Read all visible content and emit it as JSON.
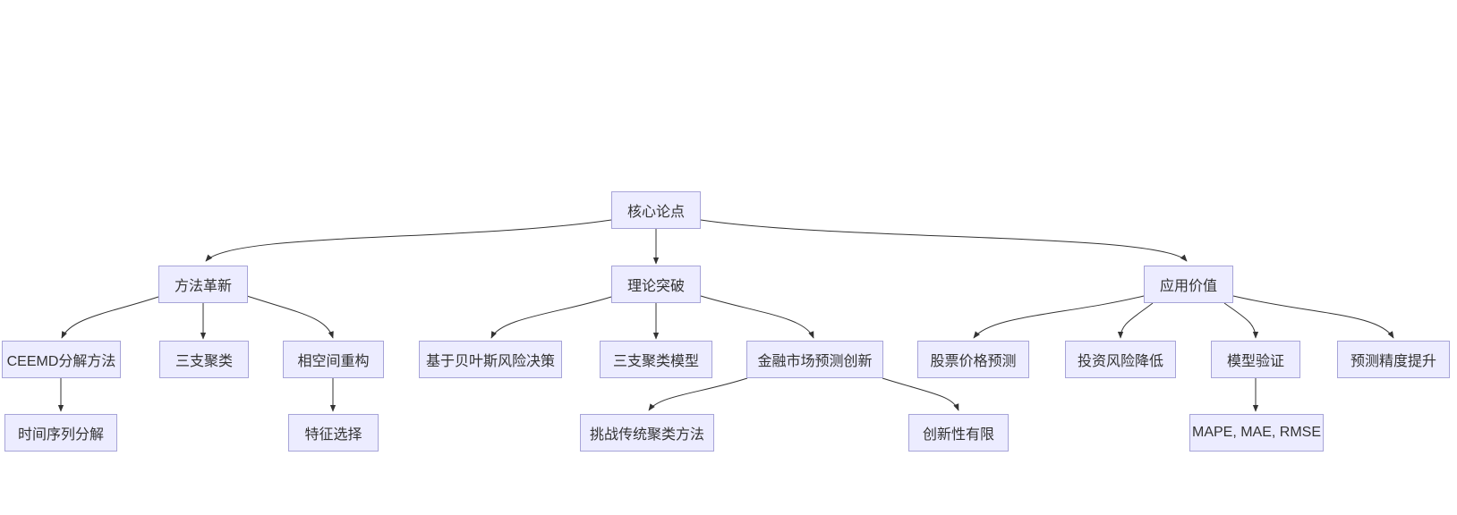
{
  "diagram": {
    "type": "flowchart",
    "colors": {
      "background": "#ffffff",
      "node_fill": "#ECECFF",
      "node_border": "#a7a4d8",
      "edge": "#333333",
      "text": "#333333"
    },
    "nodes": {
      "core": {
        "label": "核心论点"
      },
      "method": {
        "label": "方法革新"
      },
      "theory": {
        "label": "理论突破"
      },
      "apply": {
        "label": "应用价值"
      },
      "ceemd": {
        "label": "CEEMD分解方法"
      },
      "threeway": {
        "label": "三支聚类"
      },
      "phase": {
        "label": "相空间重构"
      },
      "bayes": {
        "label": "基于贝叶斯风险决策"
      },
      "model": {
        "label": "三支聚类模型"
      },
      "finance": {
        "label": "金融市场预测创新"
      },
      "stock": {
        "label": "股票价格预测"
      },
      "risk": {
        "label": "投资风险降低"
      },
      "validate": {
        "label": "模型验证"
      },
      "accuracy": {
        "label": "预测精度提升"
      },
      "timeseries": {
        "label": "时间序列分解"
      },
      "feature": {
        "label": "特征选择"
      },
      "challenge": {
        "label": "挑战传统聚类方法"
      },
      "limited": {
        "label": "创新性有限"
      },
      "mape": {
        "label": "MAPE, MAE, RMSE"
      }
    },
    "edges": [
      {
        "from": "core",
        "to": "method"
      },
      {
        "from": "core",
        "to": "theory"
      },
      {
        "from": "core",
        "to": "apply"
      },
      {
        "from": "method",
        "to": "ceemd"
      },
      {
        "from": "method",
        "to": "threeway"
      },
      {
        "from": "method",
        "to": "phase"
      },
      {
        "from": "theory",
        "to": "bayes"
      },
      {
        "from": "theory",
        "to": "model"
      },
      {
        "from": "theory",
        "to": "finance"
      },
      {
        "from": "apply",
        "to": "stock"
      },
      {
        "from": "apply",
        "to": "risk"
      },
      {
        "from": "apply",
        "to": "validate"
      },
      {
        "from": "apply",
        "to": "accuracy"
      },
      {
        "from": "ceemd",
        "to": "timeseries"
      },
      {
        "from": "phase",
        "to": "feature"
      },
      {
        "from": "finance",
        "to": "challenge"
      },
      {
        "from": "finance",
        "to": "limited"
      },
      {
        "from": "validate",
        "to": "mape"
      }
    ]
  }
}
